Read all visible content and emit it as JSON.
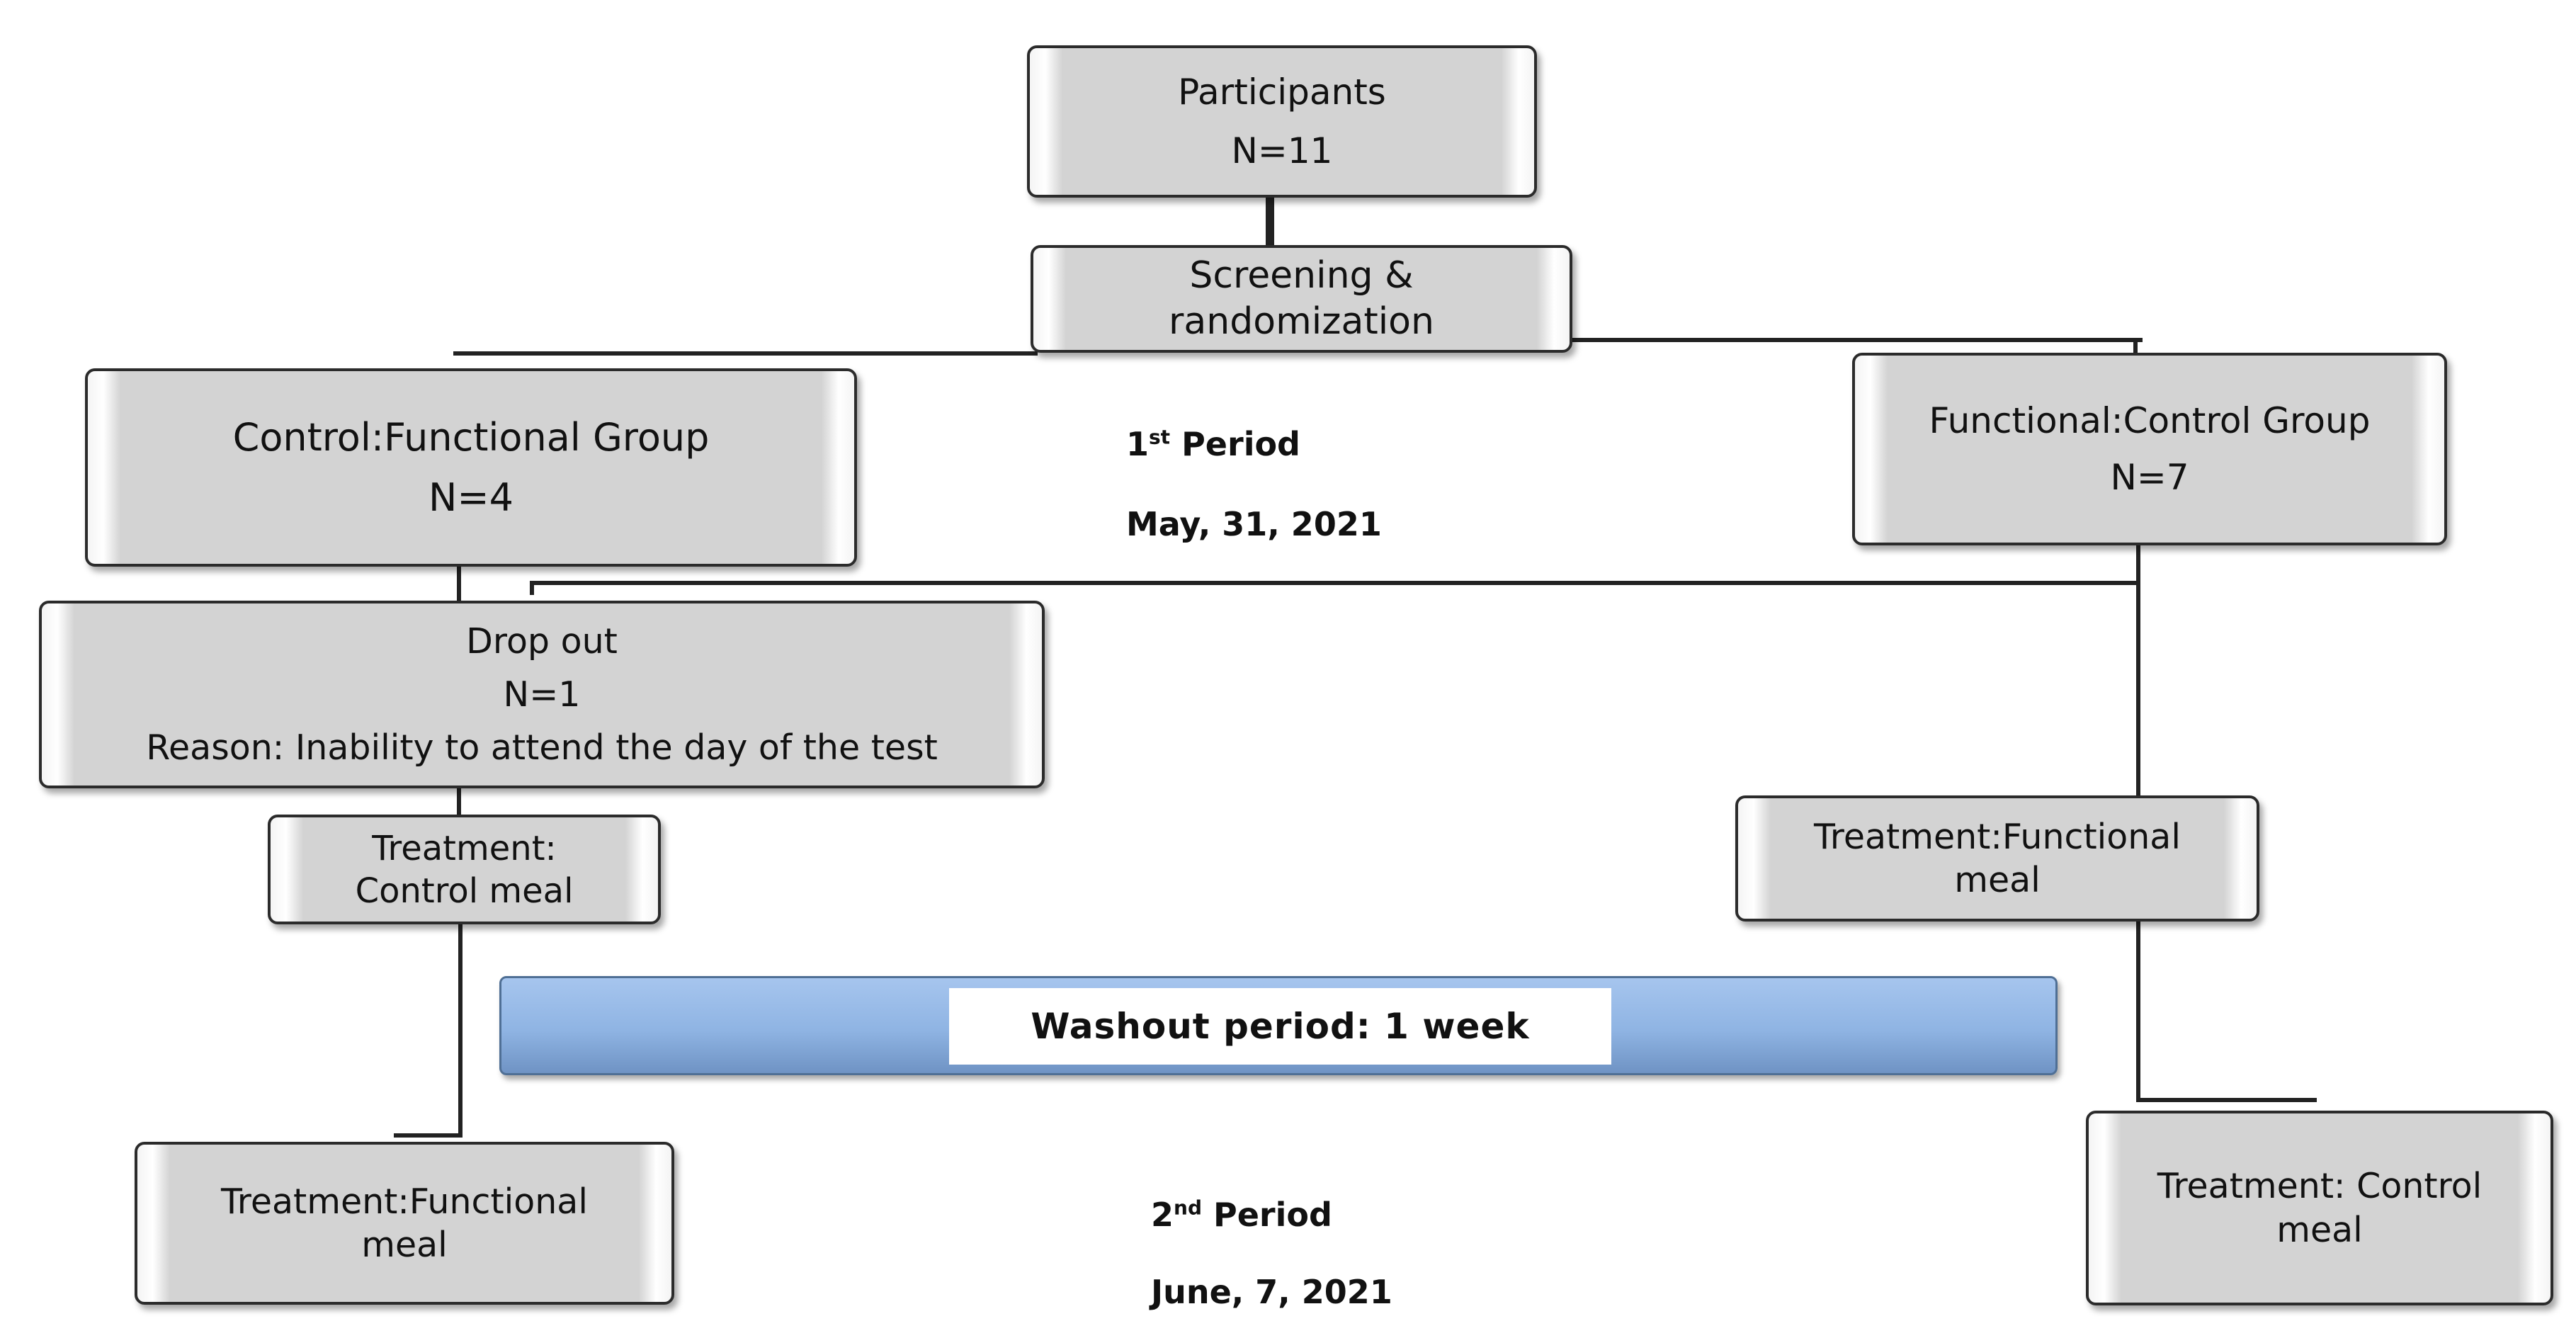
{
  "participants": {
    "title": "Participants",
    "n": "N=11"
  },
  "screening": {
    "line1": "Screening &",
    "line2": "randomization"
  },
  "control_functional_group": {
    "title": "Control:Functional Group",
    "n": "N=4"
  },
  "functional_control_group": {
    "title": "Functional:Control Group",
    "n": "N=7"
  },
  "drop_out": {
    "title": "Drop out",
    "n": "N=1",
    "reason": "Reason: Inability to attend the day of the test"
  },
  "left_treatment_1": {
    "line1": "Treatment:",
    "line2": "Control meal"
  },
  "right_treatment_1": {
    "line1": "Treatment:Functional",
    "line2": "meal"
  },
  "left_treatment_2": {
    "line1": "Treatment:Functional",
    "line2": "meal"
  },
  "right_treatment_2": {
    "line1": "Treatment: Control",
    "line2": "meal"
  },
  "washout": {
    "label": "Washout period: 1 week"
  },
  "period_1": {
    "num": "1",
    "suffix": "st",
    "word": "Period",
    "date": "May, 31, 2021"
  },
  "period_2": {
    "num": "2",
    "suffix": "nd",
    "word": "Period",
    "date": "June, 7, 2021"
  }
}
